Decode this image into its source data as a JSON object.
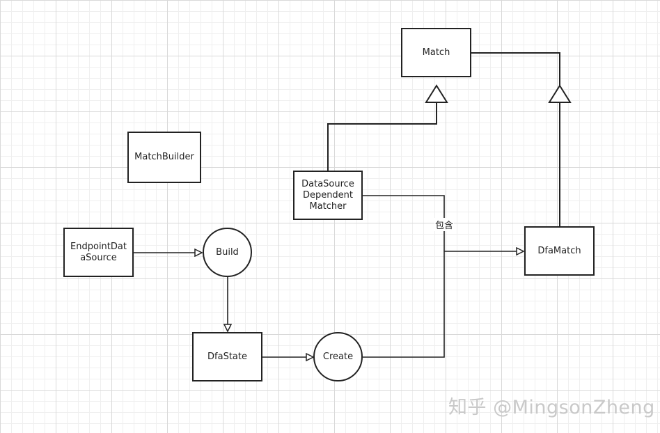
{
  "nodes": {
    "match": "Match",
    "match_builder": "MatchBuilder",
    "datasource_dependent_matcher": "DataSource\nDependent\nMatcher",
    "endpoint_data_source": "EndpointDat\naSource",
    "build": "Build",
    "dfa_state": "DfaState",
    "create": "Create",
    "dfa_match": "DfaMatch"
  },
  "edge_labels": {
    "contains": "包含"
  },
  "watermark": "知乎 @MingsonZheng"
}
